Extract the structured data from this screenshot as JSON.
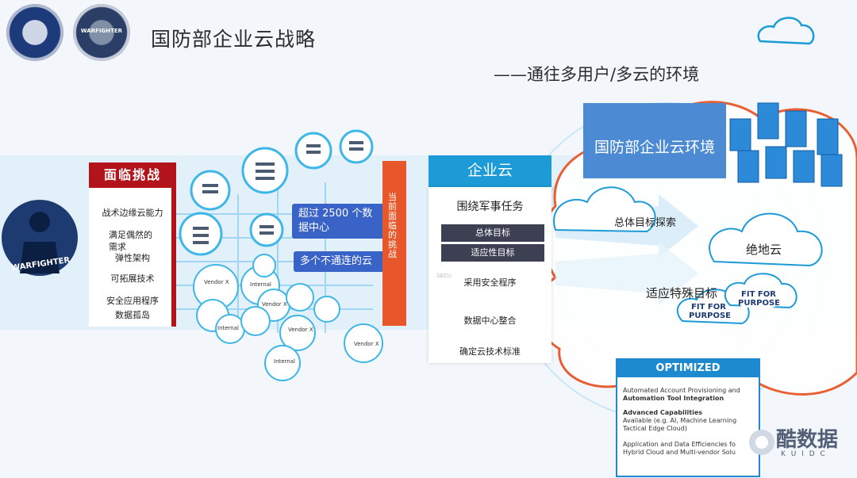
{
  "title": "国防部企业云战略",
  "subtitle": "——通往多用户/多云的环境",
  "logos": {
    "left_alt": "DEPARTMENT OF DEFENSE",
    "right_text": "WARFIGHTER"
  },
  "warfighter_label": "WARFIGHTER",
  "challenges": {
    "header": "面临挑战",
    "items": [
      "战术边缘云能力",
      "满足偶然的需求",
      "弹性架构",
      "可拓展技术",
      "安全应用程序",
      "数据孤岛"
    ]
  },
  "data_centers_pill": "超过 2500 个数据中心",
  "disconnected_pill": "多个不通连的云",
  "vendor_labels": [
    "Vendor X",
    "Vendor X",
    "Vendor X",
    "Vendor X",
    "Internal",
    "Internal",
    "Internal"
  ],
  "current_challenges_vertical": "当前面临的挑战",
  "enterprise_cloud": {
    "header": "企业云",
    "mission": "围绕军事任务",
    "tag1": "总体目标",
    "tag2": "适应性目标",
    "secu": "SECU",
    "items": [
      "采用安全程序",
      "数据中心整合",
      "确定云技术标准"
    ]
  },
  "dod_cloud_env": "国防部企业云环境",
  "general_goal": "总体目标探索",
  "ground_cloud": "绝地云",
  "adaptive_goal": "适应特殊目标",
  "fit_for_purpose": "FIT FOR PURPOSE",
  "optimized": {
    "header": "OPTIMIZED",
    "line1": "Automated Account Provisioning and",
    "line1b": "Automation Tool Integration",
    "line2": "Advanced Capabilities",
    "line2b": "Available (e.g. AI, Machine Learning",
    "line2c": "Tactical Edge Cloud)",
    "line3": "Application and Data Efficiencies fo",
    "line3b": "Hybrid Cloud and Multi-vendor Solu"
  },
  "watermark": {
    "cn": "酷数据",
    "en": "K U I D C"
  },
  "colors": {
    "red": "#b3141c",
    "blue": "#1c9bd6",
    "orange": "#e8572a",
    "cloud_border": "#e8572a"
  }
}
